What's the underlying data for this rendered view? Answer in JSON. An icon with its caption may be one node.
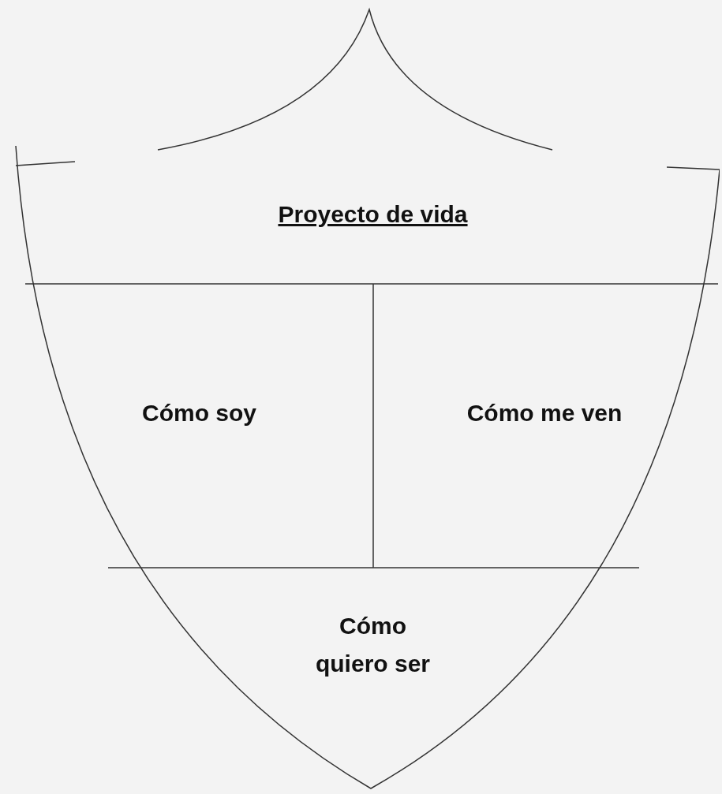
{
  "diagram": {
    "nodes": [
      {
        "text": [
          "Proyecto de vida"
        ]
      },
      {
        "text": [
          "Cómo soy"
        ],
        "in": 0
      },
      {
        "text": [
          "Cómo me ven"
        ],
        "in": 0
      },
      {
        "text": [
          "Cómo quiero ser"
        ],
        "in": 0
      }
    ]
  }
}
